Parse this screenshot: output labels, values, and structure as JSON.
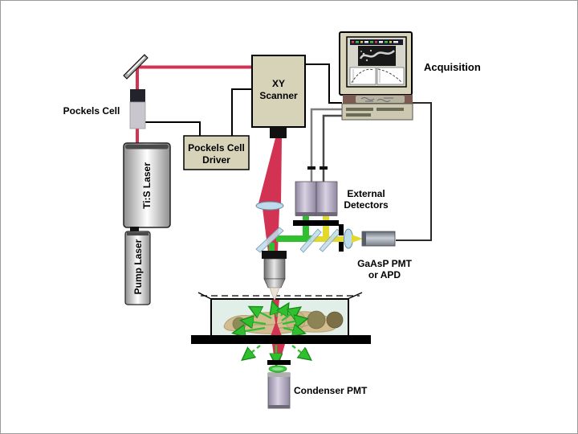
{
  "diagram": {
    "labels": {
      "pockels_cell": "Pockels Cell",
      "tis_laser": "Ti:S Laser",
      "pump_laser": "Pump Laser",
      "pockels_cell_driver": "Pockels Cell\nDriver",
      "xy_scanner": "XY\nScanner",
      "acquisition": "Acquisition",
      "external_detectors": "External\nDetectors",
      "gaasp_pmt": "GaAsP PMT\nor APD",
      "condenser_pmt": "Condenser PMT"
    },
    "colors": {
      "beam_red": "#d23352",
      "beam_green": "#2fbf2f",
      "beam_yellow": "#e2d82e",
      "box_fill": "#d7d3b8",
      "lens_blue": "#bcdcec",
      "dichroic_blue": "#c3dcea",
      "detector_lavender": "#aaa2ba",
      "chamber_fill": "#e1efe8",
      "specimen_tan": "#d3bd90",
      "stage_black": "#000000"
    },
    "components": [
      "turning-mirror",
      "pockels-cell",
      "ti-s-laser",
      "pump-laser",
      "pockels-cell-driver",
      "xy-scanner",
      "scan-lens",
      "dichroic-mirrors",
      "emission-filters",
      "external-detectors",
      "gaasp-pmt-detector",
      "objective-lens",
      "specimen-chamber",
      "microscope-stage",
      "condenser-optics",
      "condenser-pmt-detector",
      "acquisition-computer"
    ]
  }
}
